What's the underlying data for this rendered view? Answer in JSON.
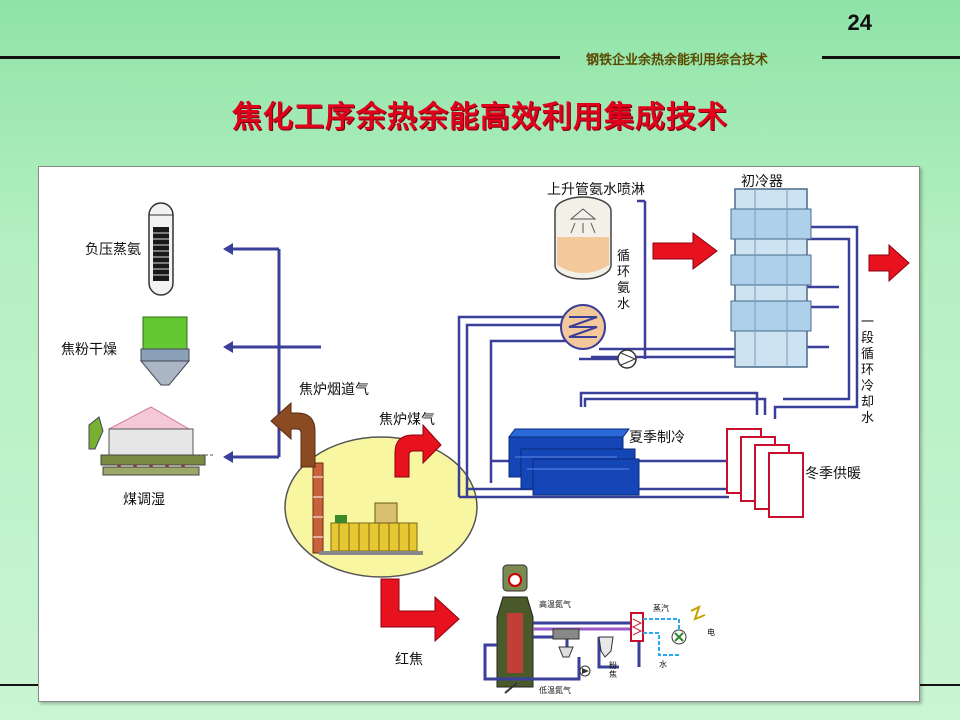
{
  "slide": {
    "number": "24",
    "caption": "钢铁企业余热余能利用综合技术"
  },
  "title": "焦化工序余热余能高效利用集成技术",
  "labels": {
    "ammonia_distill": "负压蒸氨",
    "coke_powder_dry": "焦粉干燥",
    "coal_moisture": "煤调湿",
    "flue_gas": "焦炉烟道气",
    "coke_oven_gas": "焦炉煤气",
    "riser_spray": "上升管氨水喷淋",
    "circulating_ammonia": "循环氨水",
    "primary_cooler": "初冷器",
    "stage_one_cooling": "一段循环冷却水",
    "summer_cooling": "夏季制冷",
    "winter_heating": "冬季供暖",
    "red_coke": "红焦",
    "high_temp_nitrogen": "高温氮气",
    "low_temp_nitrogen": "低温氮气",
    "steam": "蒸汽",
    "electricity": "电",
    "water": "水",
    "coke_powder": "粉焦"
  },
  "colors": {
    "title": "#e0001b",
    "pipe": "#3a3f99",
    "arrow_red": "#e8121e",
    "arrow_brown": "#8a4a22",
    "chiller": "#1446b8"
  }
}
